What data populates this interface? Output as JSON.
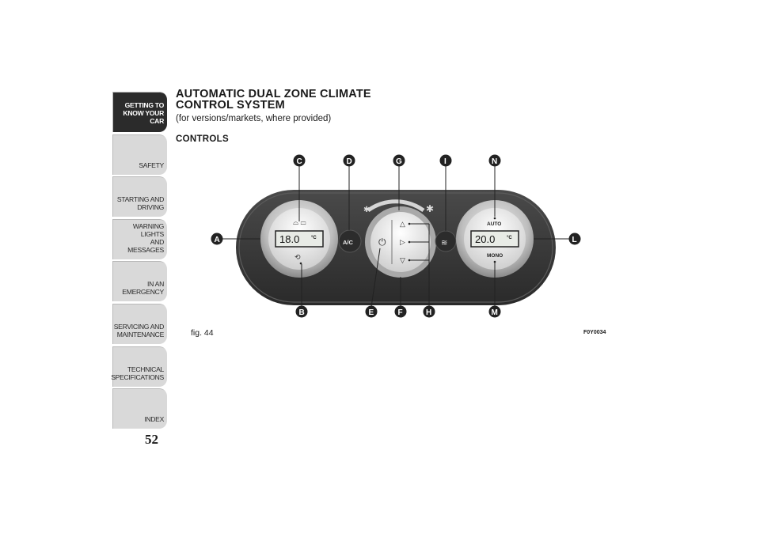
{
  "sidebar": {
    "tabs": [
      {
        "label": "GETTING TO\nKNOW YOUR CAR",
        "active": true
      },
      {
        "label": "SAFETY"
      },
      {
        "label": "STARTING AND\nDRIVING"
      },
      {
        "label": "WARNING LIGHTS\nAND MESSAGES"
      },
      {
        "label": "IN AN EMERGENCY"
      },
      {
        "label": "SERVICING AND\nMAINTENANCE"
      },
      {
        "label": "TECHNICAL\nSPECIFICATIONS"
      },
      {
        "label": "INDEX"
      }
    ],
    "page_number": "52"
  },
  "section": {
    "title": "AUTOMATIC DUAL ZONE CLIMATE CONTROL SYSTEM",
    "subtitle": "(for versions/markets, where provided)",
    "heading": "CONTROLS"
  },
  "figure": {
    "caption": "fig. 44",
    "code": "F0Y0034",
    "callouts": [
      "A",
      "B",
      "C",
      "D",
      "E",
      "F",
      "G",
      "H",
      "I",
      "L",
      "M",
      "N"
    ],
    "left_temp": "18.0",
    "right_temp": "20.0",
    "temp_unit": "°C",
    "ac_label": "A/C",
    "auto_label": "AUTO",
    "mono_label": "MONO"
  },
  "colors": {
    "active_tab": "#2b2b2b",
    "inactive_tab": "#d9d9d9",
    "panel": "#3a3a3a",
    "callout": "#222222"
  }
}
